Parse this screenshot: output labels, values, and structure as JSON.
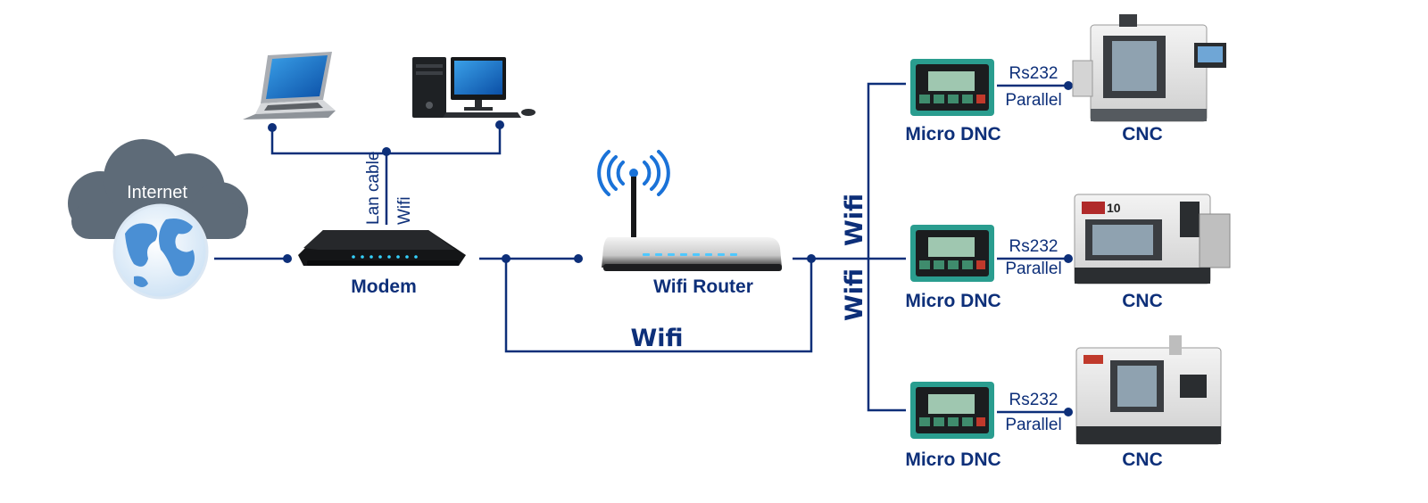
{
  "internet": {
    "label": "Internet"
  },
  "modem": {
    "label": "Modem",
    "lan_label": "Lan cable",
    "wifi_label": "Wifi"
  },
  "router": {
    "label": "Wifi Router"
  },
  "links": {
    "wifi_bottom": "Wifi",
    "wifi_vertical_top": "Wifi",
    "wifi_vertical_bottom": "Wifi"
  },
  "machines": [
    {
      "dnc_label": "Micro DNC",
      "link_top": "Rs232",
      "link_bottom": "Parallel",
      "cnc_label": "CNC",
      "cnc_badge": ""
    },
    {
      "dnc_label": "Micro DNC",
      "link_top": "Rs232",
      "link_bottom": "Parallel",
      "cnc_label": "CNC",
      "cnc_badge": "10"
    },
    {
      "dnc_label": "Micro DNC",
      "link_top": "Rs232",
      "link_bottom": "Parallel",
      "cnc_label": "CNC",
      "cnc_badge": ""
    }
  ],
  "colors": {
    "line": "#0d2f79",
    "cloud": "#5e6b78",
    "wifi_signal": "#1a72d8",
    "dnc_body": "#2a9d8f"
  }
}
